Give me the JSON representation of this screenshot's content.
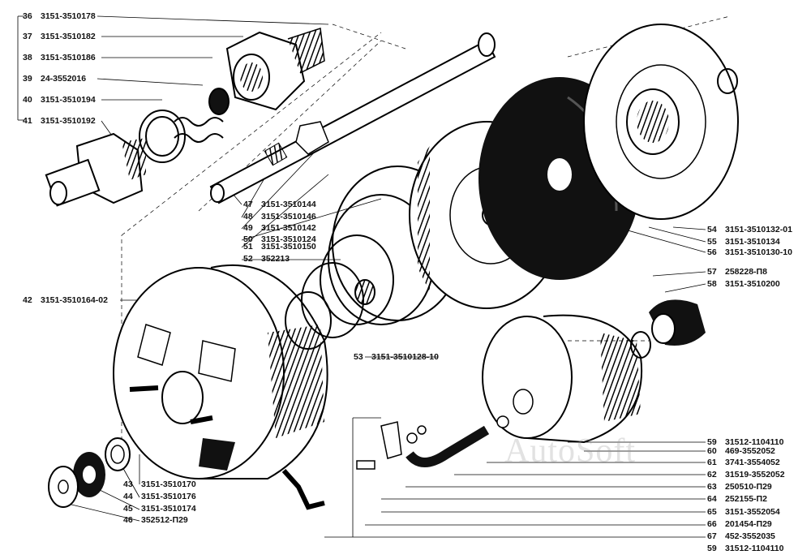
{
  "watermark": "AutoSoft",
  "callouts": [
    {
      "id": "36",
      "code": "3151-3510178"
    },
    {
      "id": "37",
      "code": "3151-3510182"
    },
    {
      "id": "38",
      "code": "3151-3510186"
    },
    {
      "id": "39",
      "code": "24-3552016"
    },
    {
      "id": "40",
      "code": "3151-3510194"
    },
    {
      "id": "41",
      "code": "3151-3510192"
    },
    {
      "id": "42",
      "code": "3151-3510164-02"
    },
    {
      "id": "43",
      "code": "3151-3510170"
    },
    {
      "id": "44",
      "code": "3151-3510176"
    },
    {
      "id": "45",
      "code": "3151-3510174"
    },
    {
      "id": "46",
      "code": "352512-П29"
    },
    {
      "id": "47",
      "code": "3151-3510144"
    },
    {
      "id": "48",
      "code": "3151-3510146"
    },
    {
      "id": "49",
      "code": "3151-3510142"
    },
    {
      "id": "50",
      "code": "3151-3510124"
    },
    {
      "id": "51",
      "code": "3151-3510150"
    },
    {
      "id": "52",
      "code": "352213"
    },
    {
      "id": "53",
      "code": "3151-3510128-10"
    },
    {
      "id": "54",
      "code": "3151-3510132-01"
    },
    {
      "id": "55",
      "code": "3151-3510134"
    },
    {
      "id": "56",
      "code": "3151-3510130-10"
    },
    {
      "id": "57",
      "code": "258228-П8"
    },
    {
      "id": "58",
      "code": "3151-3510200"
    },
    {
      "id": "59",
      "code": "31512-1104110"
    },
    {
      "id": "60",
      "code": "469-3552052"
    },
    {
      "id": "61",
      "code": "3741-3554052"
    },
    {
      "id": "62",
      "code": "31519-3552052"
    },
    {
      "id": "63",
      "code": "250510-П29"
    },
    {
      "id": "64",
      "code": "252155-П2"
    },
    {
      "id": "65",
      "code": "3151-3552054"
    },
    {
      "id": "66",
      "code": "201454-П29"
    },
    {
      "id": "67",
      "code": "452-3552035"
    },
    {
      "id": "59b",
      "code": "31512-1104110",
      "shown_id": "59"
    }
  ]
}
